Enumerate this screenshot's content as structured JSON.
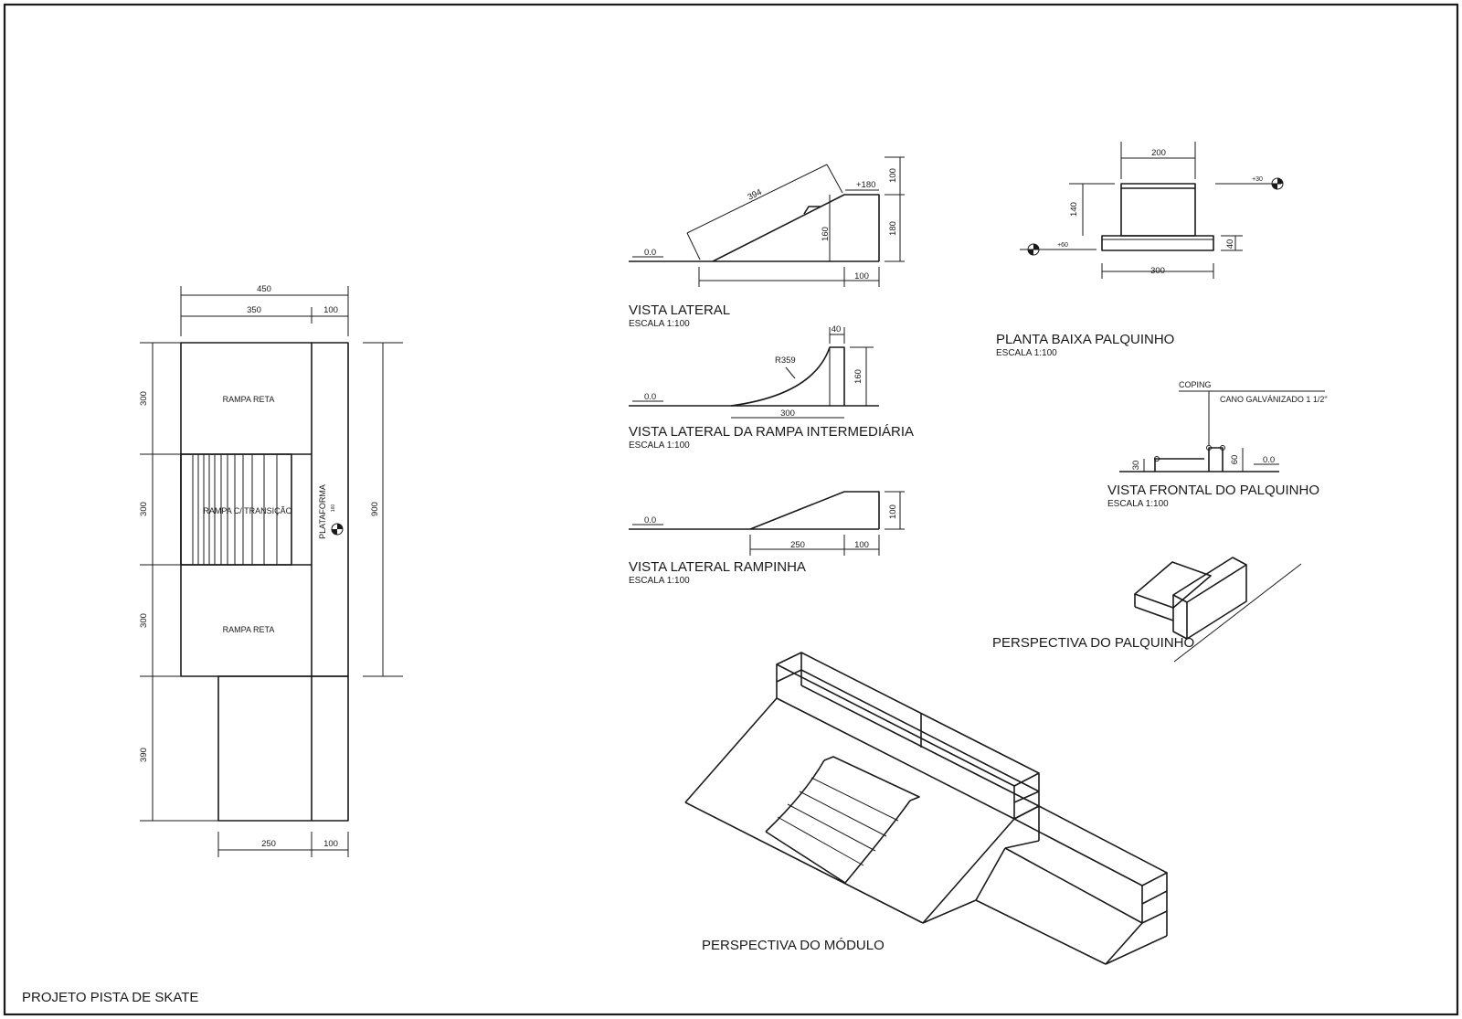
{
  "project_title": "PROJETO PISTA DE SKATE",
  "plan": {
    "dims": {
      "total_width": "450",
      "ramp_width": "350",
      "platform_width": "100",
      "section_1": "300",
      "section_2": "300",
      "section_3": "300",
      "section_4": "390",
      "total_length": "900",
      "bottom_ramp": "250",
      "bottom_platform": "100",
      "level": "160"
    },
    "labels": {
      "rampa_reta_top": "RAMPA RETA",
      "rampa_transicao": "RAMPA C/ TRANSIÇÃO",
      "rampa_reta_bottom": "RAMPA RETA",
      "plataforma": "PLATAFORMA"
    }
  },
  "vista_lateral": {
    "title": "VISTA LATERAL",
    "scale": "ESCALA 1:100",
    "dims": {
      "slope": "394",
      "height_mid": "160",
      "height_total": "180",
      "top_dim": "100",
      "base_dim": "100",
      "level_top": "+180",
      "level_ground": "0.0"
    }
  },
  "vista_intermediaria": {
    "title": "VISTA LATERAL DA RAMPA INTERMEDIÁRIA",
    "scale": "ESCALA 1:100",
    "dims": {
      "radius": "R359",
      "top": "40",
      "height": "160",
      "base": "300",
      "level_ground": "0.0"
    }
  },
  "vista_rampinha": {
    "title": "VISTA LATERAL RAMPINHA",
    "scale": "ESCALA 1:100",
    "dims": {
      "height": "100",
      "ramp": "250",
      "top": "100",
      "level_ground": "0.0"
    }
  },
  "planta_palquinho": {
    "title": "PLANTA BAIXA PALQUINHO",
    "scale": "ESCALA 1:100",
    "dims": {
      "top": "200",
      "height": "140",
      "base": "300",
      "side": "40",
      "level_30": "+30",
      "level_60": "+60"
    }
  },
  "vista_frontal": {
    "title": "VISTA FRONTAL DO PALQUINHO",
    "scale": "ESCALA 1:100",
    "labels": {
      "coping": "COPING",
      "cano": "CANO GALVÁNIZADO 1 1/2\""
    },
    "dims": {
      "left": "30",
      "right": "60",
      "level": "0.0"
    }
  },
  "perspectiva_palquinho": {
    "title": "PERSPECTIVA DO PALQUINHO"
  },
  "perspectiva_modulo": {
    "title": "PERSPECTIVA DO MÓDULO"
  }
}
